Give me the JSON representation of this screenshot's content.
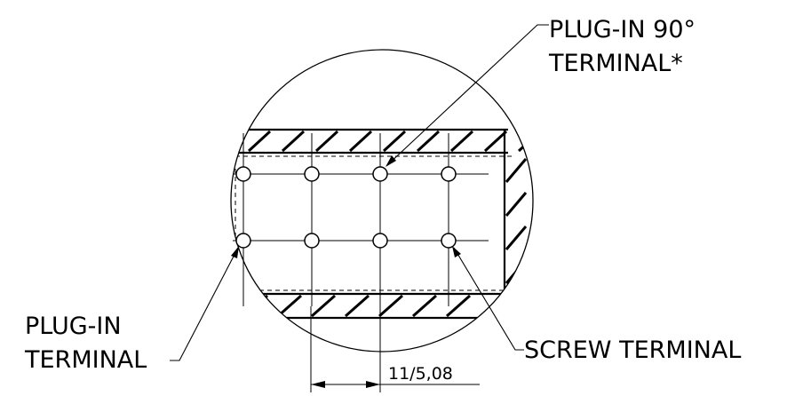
{
  "labels": {
    "plug_in_90_line1": "PLUG-IN 90°",
    "plug_in_90_line2": "TERMINAL*",
    "plug_in_line1": "PLUG-IN",
    "plug_in_line2": "TERMINAL",
    "screw_terminal": "SCREW TERMINAL"
  },
  "dimension": {
    "pitch_label": "11/5,08"
  },
  "terminals": {
    "columns": 4,
    "rows": 2
  }
}
